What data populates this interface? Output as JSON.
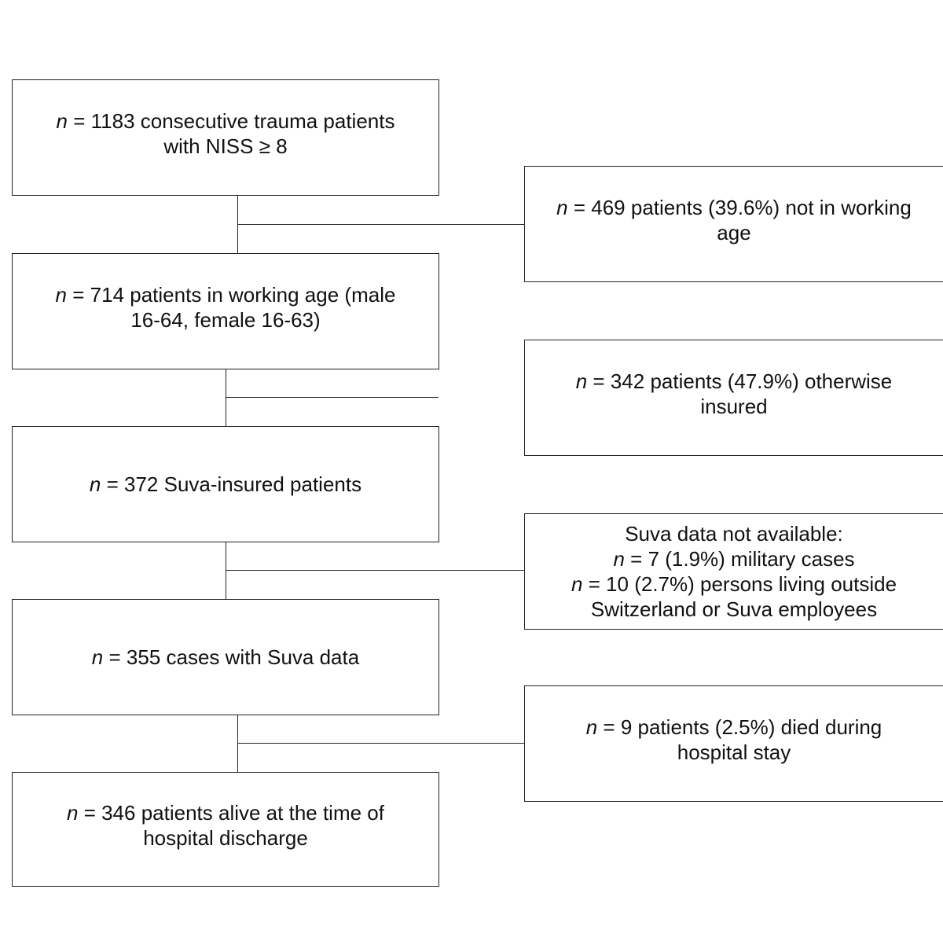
{
  "main_flow": [
    {
      "lines": [
        {
          "italic": "n",
          "text": " = 1183 consecutive trauma patients"
        },
        {
          "italic": "",
          "text": "with NISS ≥ 8"
        }
      ]
    },
    {
      "lines": [
        {
          "italic": "n",
          "text": " = 714 patients in working age (male"
        },
        {
          "italic": "",
          "text": "16-64, female 16-63)"
        }
      ]
    },
    {
      "lines": [
        {
          "italic": "n",
          "text": " = 372 Suva-insured patients"
        }
      ]
    },
    {
      "lines": [
        {
          "italic": "n",
          "text": " = 355 cases with Suva data"
        }
      ]
    },
    {
      "lines": [
        {
          "italic": "n",
          "text": " = 346 patients alive at the time of"
        },
        {
          "italic": "",
          "text": "hospital discharge"
        }
      ]
    }
  ],
  "exclusions": [
    {
      "lines": [
        {
          "italic": "n",
          "text": " = 469 patients (39.6%) not in working"
        },
        {
          "italic": "",
          "text": "age"
        }
      ]
    },
    {
      "lines": [
        {
          "italic": "n",
          "text": " = 342 patients (47.9%) otherwise"
        },
        {
          "italic": "",
          "text": "insured"
        }
      ]
    },
    {
      "lines": [
        {
          "italic": "",
          "text": "Suva data not available:"
        },
        {
          "italic": "n",
          "text": " = 7 (1.9%) military cases"
        },
        {
          "italic": "n",
          "text": " = 10 (2.7%) persons living outside"
        },
        {
          "italic": "",
          "text": "Switzerland or Suva employees"
        }
      ]
    },
    {
      "lines": [
        {
          "italic": "n",
          "text": " = 9 patients (2.5%) died during"
        },
        {
          "italic": "",
          "text": "hospital stay"
        }
      ]
    }
  ]
}
